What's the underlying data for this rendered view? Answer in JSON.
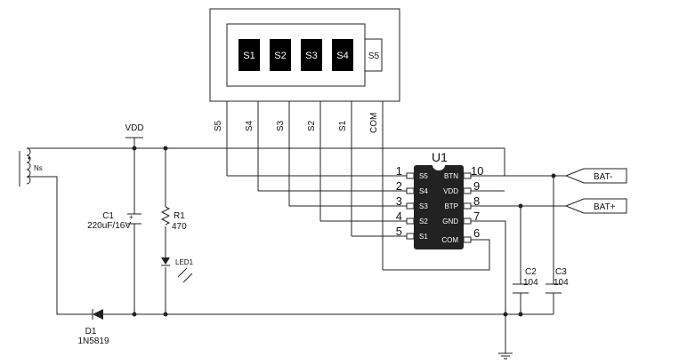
{
  "battery_display": {
    "segments": [
      "S1",
      "S2",
      "S3",
      "S4"
    ],
    "end_cap": "S5"
  },
  "net_labels": {
    "vdd": "VDD",
    "bat_minus": "BAT-",
    "bat_plus": "BAT+",
    "bus": [
      "S5",
      "S4",
      "S3",
      "S2",
      "S1",
      "COM"
    ]
  },
  "chip": {
    "ref": "U1",
    "left_pins": [
      {
        "num": "1",
        "name": "S5"
      },
      {
        "num": "2",
        "name": "S4"
      },
      {
        "num": "3",
        "name": "S3"
      },
      {
        "num": "4",
        "name": "S2"
      },
      {
        "num": "5",
        "name": "S1"
      }
    ],
    "right_pins": [
      {
        "num": "10",
        "name": "BTN"
      },
      {
        "num": "9",
        "name": "VDD"
      },
      {
        "num": "8",
        "name": "BTP"
      },
      {
        "num": "7",
        "name": "GND"
      },
      {
        "num": "6",
        "name": "COM"
      }
    ]
  },
  "components": {
    "coil": "Ns",
    "c1_ref": "C1",
    "c1_value": "220uF/16V",
    "r1_ref": "R1",
    "r1_value": "470",
    "led": "LED1",
    "d1_ref": "D1",
    "d1_value": "1N5819",
    "c2_ref": "C2",
    "c2_value": "104",
    "c3_ref": "C3",
    "c3_value": "104"
  }
}
